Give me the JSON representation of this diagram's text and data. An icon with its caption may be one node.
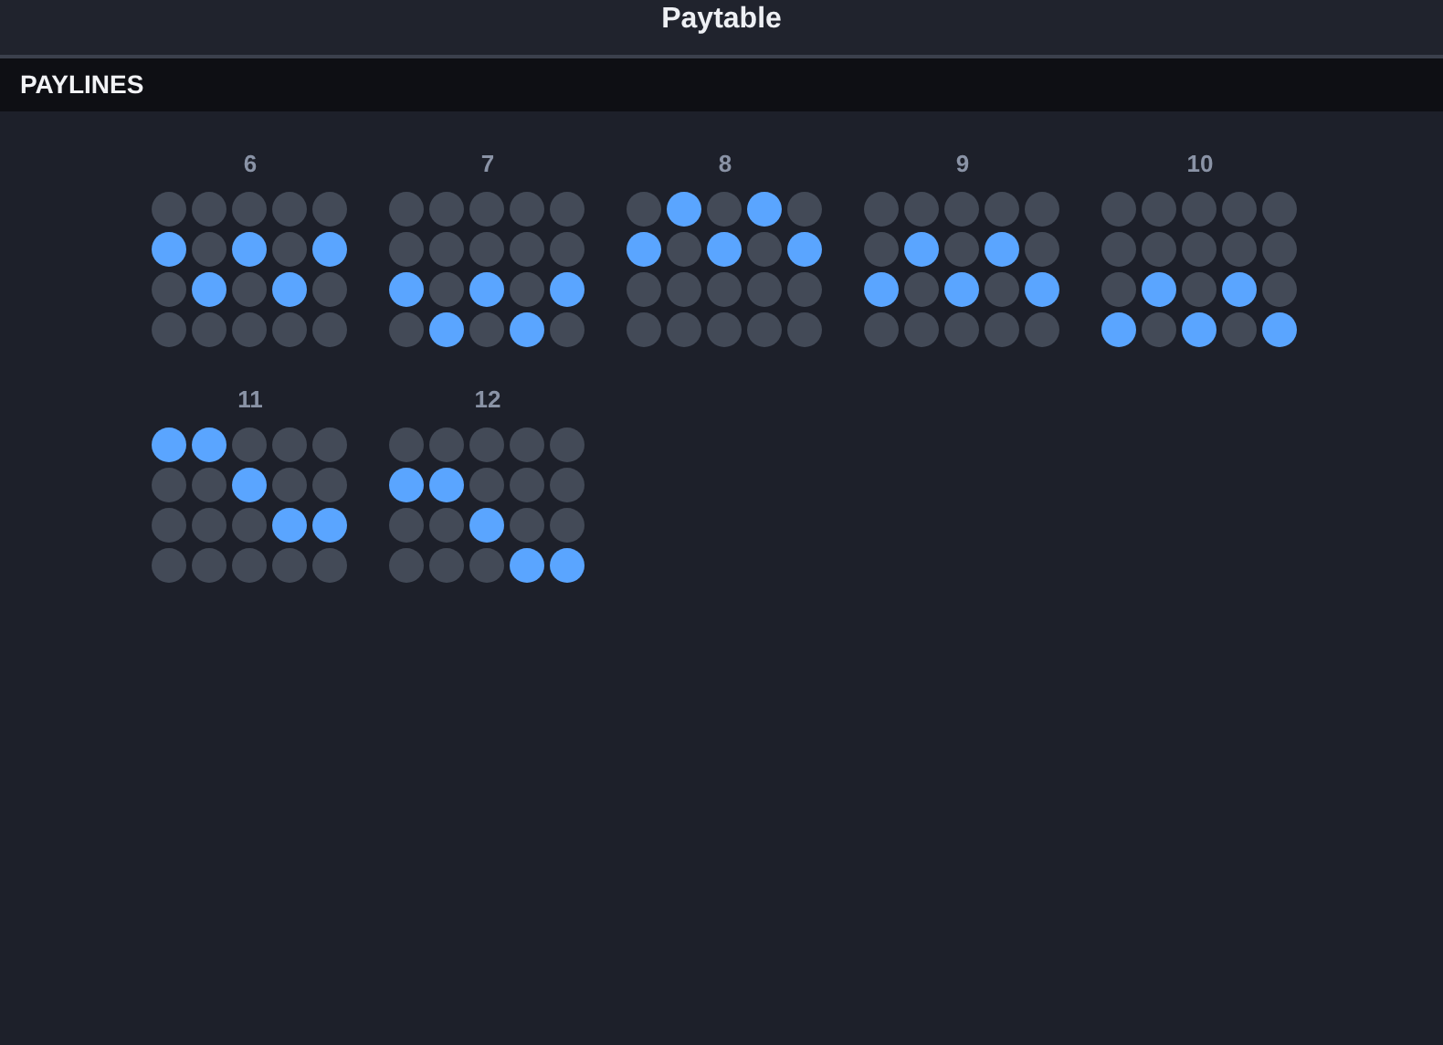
{
  "diagram": {
    "title": "Paytable",
    "nodes": [
      {
        "text": [
          "PAYLINES"
        ]
      },
      {
        "text": [
          "6"
        ]
      },
      {
        "text": [
          "7"
        ]
      },
      {
        "text": [
          "8"
        ]
      },
      {
        "text": [
          "9"
        ]
      },
      {
        "text": [
          "10"
        ]
      },
      {
        "text": [
          "11"
        ]
      },
      {
        "text": [
          "12"
        ]
      }
    ]
  }
}
